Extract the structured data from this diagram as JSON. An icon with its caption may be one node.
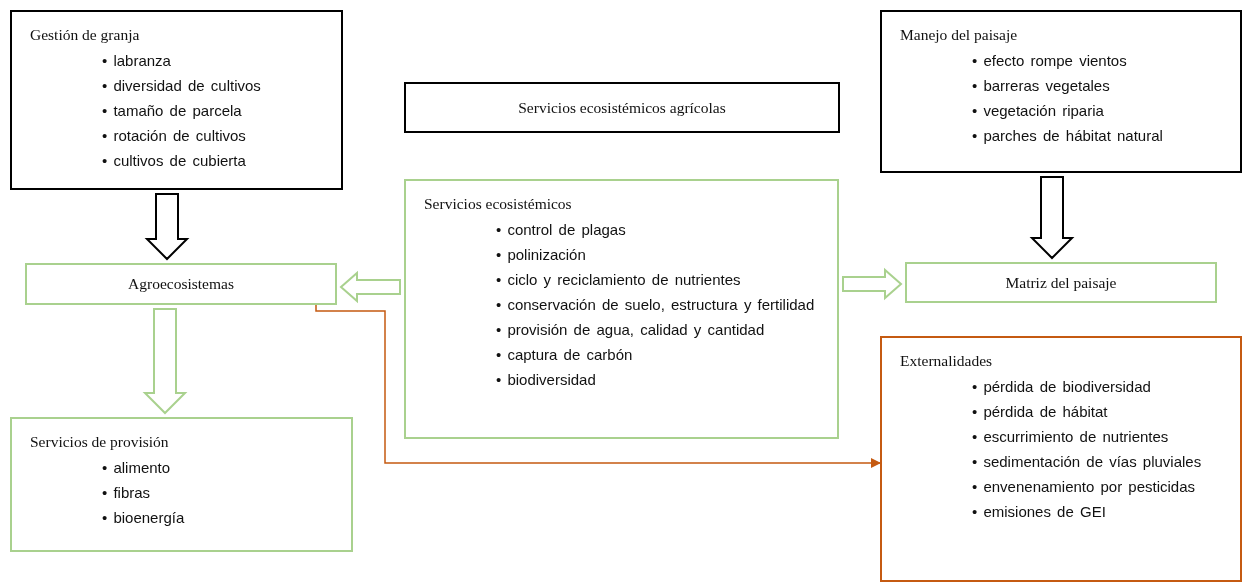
{
  "diagram": {
    "nodes": [
      {
        "text": [
          "Gestión de granja",
          "• labranza",
          "• diversidad de cultivos",
          "• tamaño de parcela",
          "• rotación de cultivos",
          "• cultivos de cubierta"
        ]
      },
      {
        "text": [
          "Servicios ecosistémicos agrícolas"
        ]
      },
      {
        "text": [
          "Manejo del paisaje",
          "• efecto rompe vientos",
          "• barreras vegetales",
          "• vegetación riparia",
          "• parches de hábitat natural"
        ]
      },
      {
        "text": [
          "Agroecosistemas"
        ]
      },
      {
        "text": [
          "Servicios ecosistémicos",
          "• control de plagas",
          "• polinización",
          "• ciclo y reciclamiento de nutrientes",
          "• conservación de suelo, estructura y fertilidad",
          "• provisión de agua, calidad y cantidad",
          "• captura de carbón",
          "• biodiversidad"
        ]
      },
      {
        "text": [
          "Matriz del paisaje"
        ]
      },
      {
        "text": [
          "Servicios de provisión",
          "• alimento",
          "• fibras",
          "• bioenergía"
        ]
      },
      {
        "text": [
          "Externalidades",
          "• pérdida de biodiversidad",
          "• pérdida de hábitat",
          "• escurrimiento de nutrientes",
          "• sedimentación de vías pluviales",
          "• envenenamiento por pesticidas",
          "• emisiones de GEI"
        ]
      }
    ],
    "edges": [
      {
        "from": 0,
        "to": 3,
        "arrow": "to",
        "style": "thick",
        "color": "#000000"
      },
      {
        "from": 4,
        "to": 3,
        "arrow": "to",
        "style": "thick"
      },
      {
        "from": 4,
        "to": 5,
        "arrow": "to",
        "style": "thick"
      },
      {
        "from": 2,
        "to": 5,
        "arrow": "to",
        "style": "thick",
        "color": "#000000"
      },
      {
        "from": 3,
        "to": 6,
        "arrow": "to",
        "style": "thick"
      },
      {
        "from": 3,
        "to": 7,
        "arrow": "to",
        "color": "#c55a11"
      }
    ]
  }
}
